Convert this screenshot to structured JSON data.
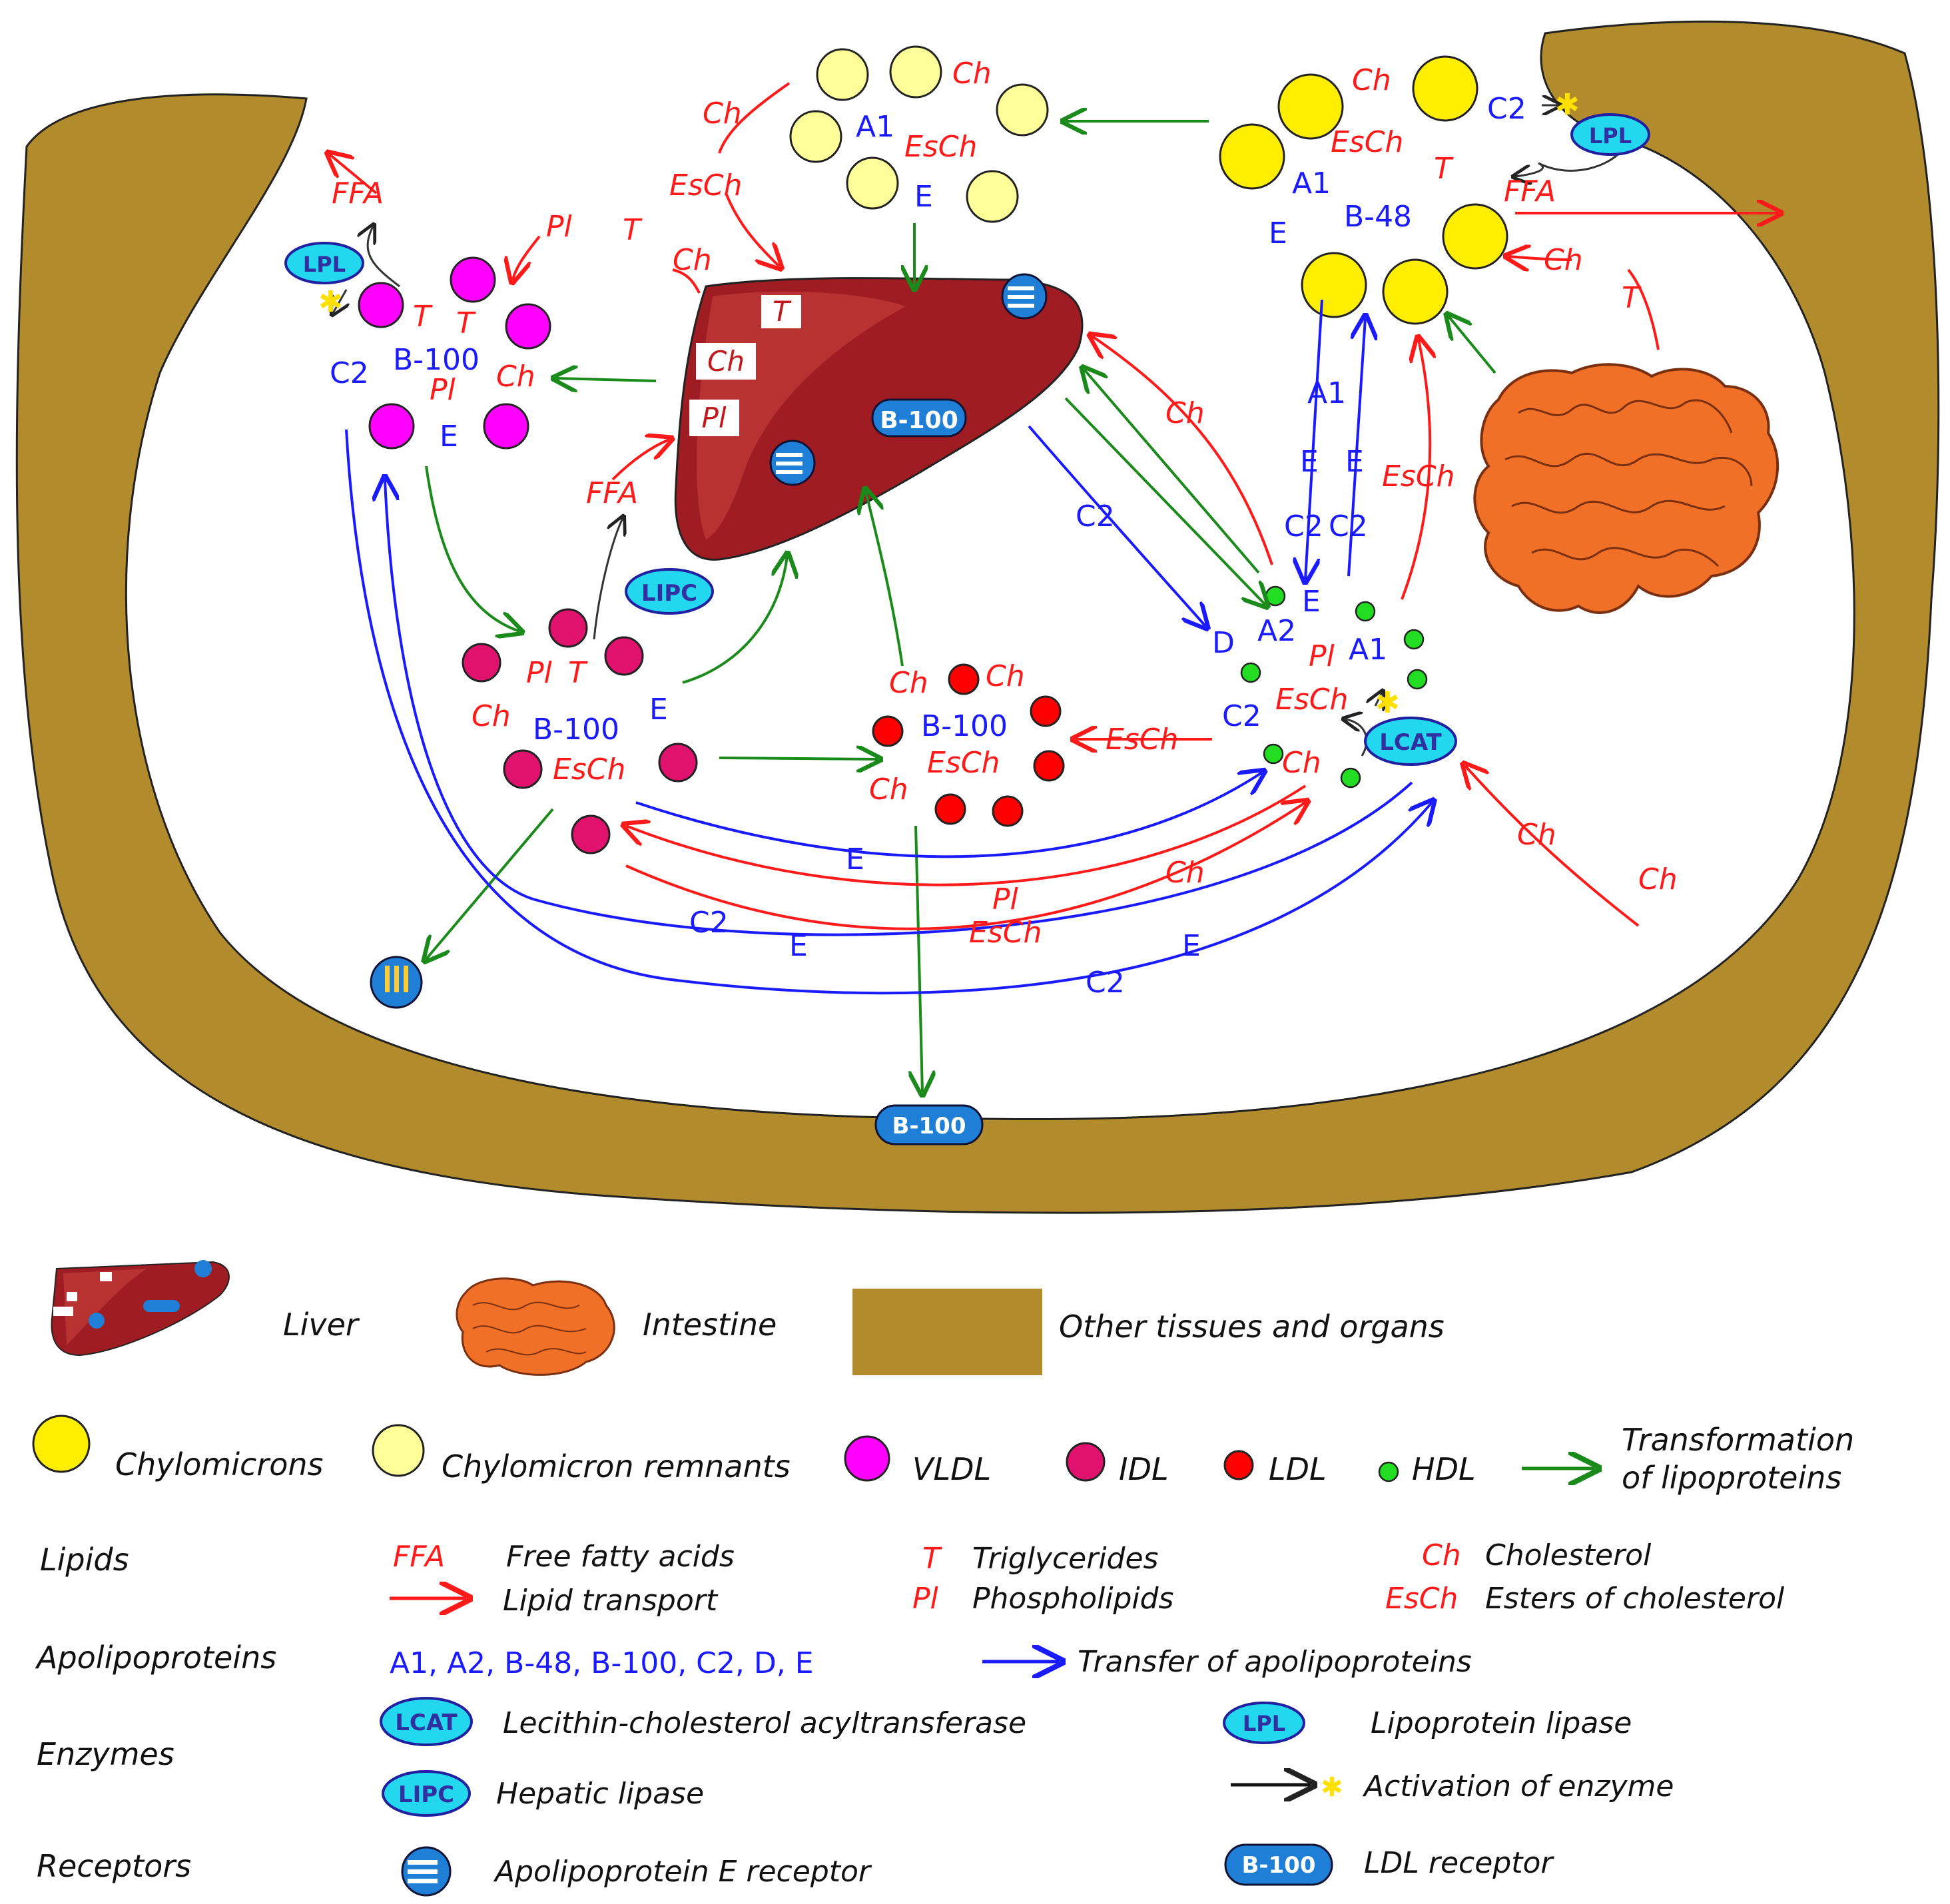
{
  "labels": {
    "Ch": "Ch",
    "EsCh": "EsCh",
    "T": "T",
    "Pl": "Pl",
    "FFA": "FFA",
    "E": "E",
    "C2": "C2",
    "D": "D",
    "A1": "A1",
    "A2": "A2",
    "B48": "B-48",
    "B100": "B-100",
    "LPL": "LPL",
    "LIPC": "LIPC",
    "LCAT": "LCAT"
  },
  "legend": {
    "liver": "Liver",
    "intestine": "Intestine",
    "other_tissues": "Other tissues and organs",
    "chylomicrons": "Chylomicrons",
    "chylomicron_remnants": "Chylomicron remnants",
    "vldl": "VLDL",
    "idl": "IDL",
    "ldl": "LDL",
    "hdl": "HDL",
    "transformation_line1": "Transformation",
    "transformation_line2": "of lipoproteins",
    "lipids": "Lipids",
    "ffa_abbr": "FFA",
    "ffa": "Free fatty acids",
    "lipid_transport": "Lipid transport",
    "t_abbr": "T",
    "triglycerides": "Triglycerides",
    "pl_abbr": "Pl",
    "phospholipids": "Phospholipids",
    "ch_abbr": "Ch",
    "cholesterol": "Cholesterol",
    "esch_abbr": "EsCh",
    "esters": "Esters of cholesterol",
    "apolipoproteins": "Apolipoproteins",
    "apo_list": "A1, A2, B-48, B-100, C2, D, E",
    "transfer_apo": "Transfer of apolipoproteins",
    "enzymes": "Enzymes",
    "lcat_abbr": "LCAT",
    "lcat": "Lecithin-cholesterol acyltransferase",
    "lipc_abbr": "LIPC",
    "lipc": "Hepatic lipase",
    "lpl_abbr": "LPL",
    "lpl": "Lipoprotein lipase",
    "activation": "Activation of enzyme",
    "receptors": "Receptors",
    "apoe_receptor": "Apolipoprotein E receptor",
    "ldl_receptor_label": "B-100",
    "ldl_receptor": "LDL receptor"
  },
  "colors": {
    "tissue": "#b28b2c",
    "liver_dark": "#9e1c22",
    "liver_light": "#b83232",
    "intestine": "#f07028",
    "chylomicron": "#ffee00",
    "remnant": "#ffff99",
    "vldl": "#ff00ff",
    "idl": "#e0126e",
    "ldl": "#ff0000",
    "hdl": "#22dd22",
    "lipid_red": "#ff1a1a",
    "apo_blue": "#1a1aff",
    "transform_green": "#1a8a1a",
    "enzyme_cyan": "#22d7ee"
  }
}
